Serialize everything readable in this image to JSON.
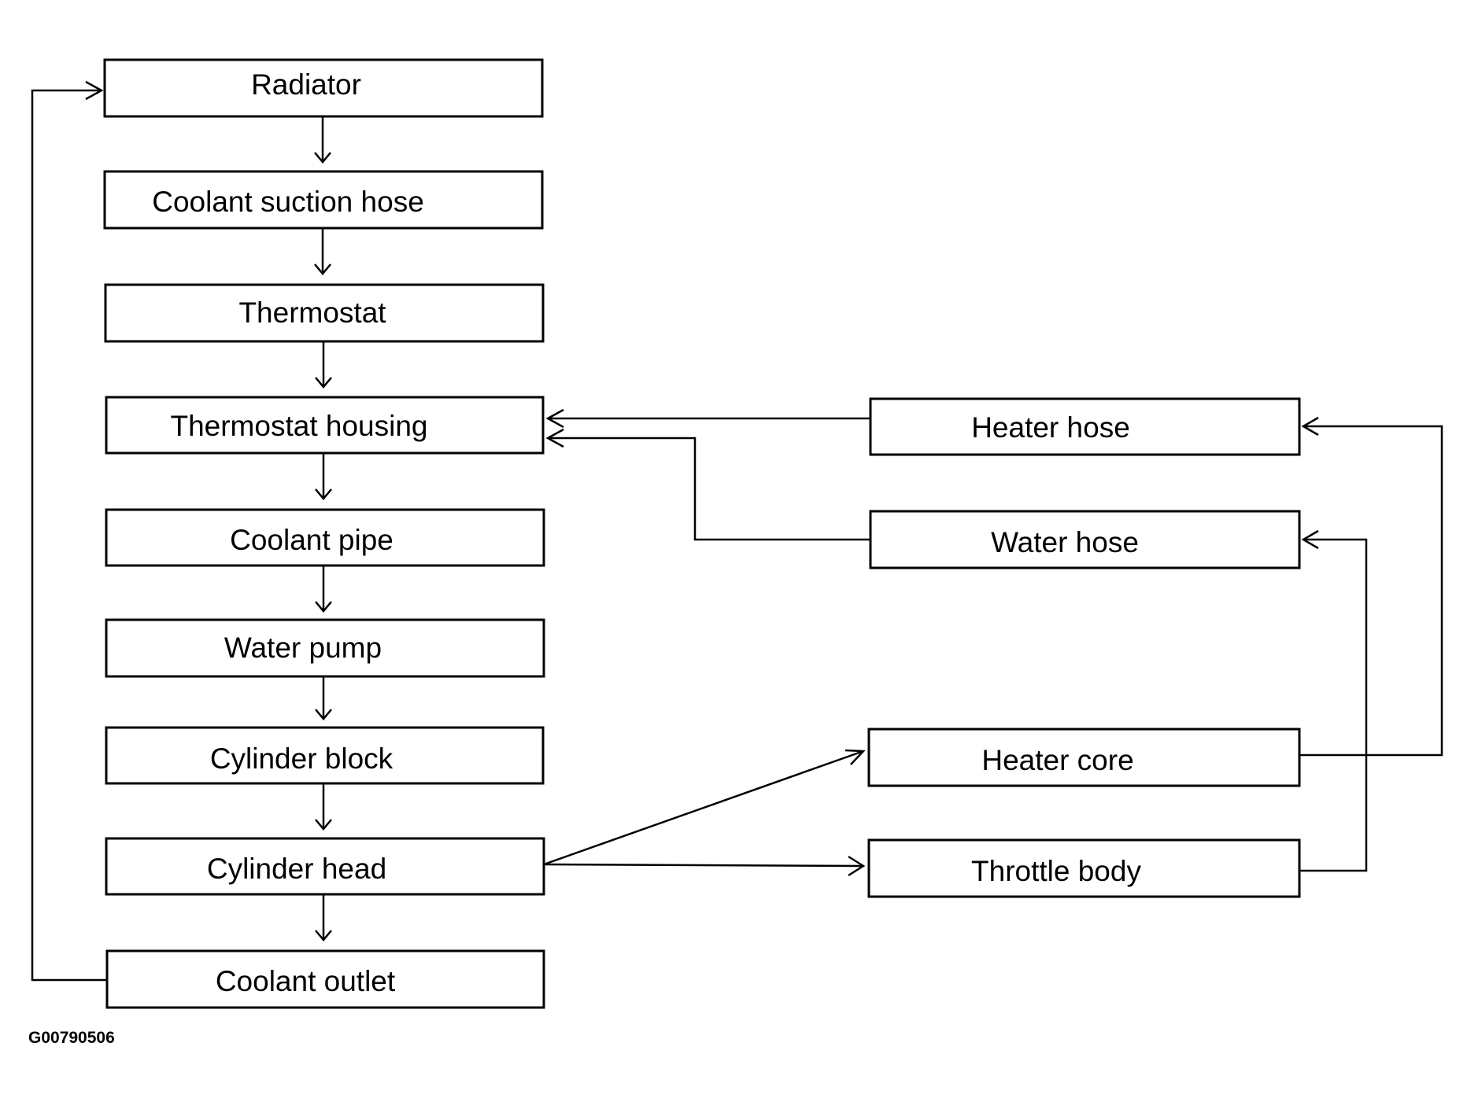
{
  "nodes": {
    "radiator": "Radiator",
    "coolant_suction_hose": "Coolant suction hose",
    "thermostat": "Thermostat",
    "thermostat_housing": "Thermostat housing",
    "coolant_pipe": "Coolant pipe",
    "water_pump": "Water pump",
    "cylinder_block": "Cylinder block",
    "cylinder_head": "Cylinder head",
    "coolant_outlet": "Coolant outlet",
    "heater_hose": "Heater hose",
    "water_hose": "Water hose",
    "heater_core": "Heater core",
    "throttle_body": "Throttle body"
  },
  "edges": [
    {
      "from": "Radiator",
      "to": "Coolant suction hose"
    },
    {
      "from": "Coolant suction hose",
      "to": "Thermostat"
    },
    {
      "from": "Thermostat",
      "to": "Thermostat housing"
    },
    {
      "from": "Thermostat housing",
      "to": "Coolant pipe"
    },
    {
      "from": "Coolant pipe",
      "to": "Water pump"
    },
    {
      "from": "Water pump",
      "to": "Cylinder block"
    },
    {
      "from": "Cylinder block",
      "to": "Cylinder head"
    },
    {
      "from": "Cylinder head",
      "to": "Coolant outlet"
    },
    {
      "from": "Coolant outlet",
      "to": "Radiator"
    },
    {
      "from": "Cylinder head",
      "to": "Heater core"
    },
    {
      "from": "Cylinder head",
      "to": "Throttle body"
    },
    {
      "from": "Heater core",
      "to": "Heater hose"
    },
    {
      "from": "Throttle body",
      "to": "Water hose"
    },
    {
      "from": "Heater hose",
      "to": "Thermostat housing"
    },
    {
      "from": "Water hose",
      "to": "Thermostat housing"
    }
  ],
  "figure_id": "G00790506"
}
